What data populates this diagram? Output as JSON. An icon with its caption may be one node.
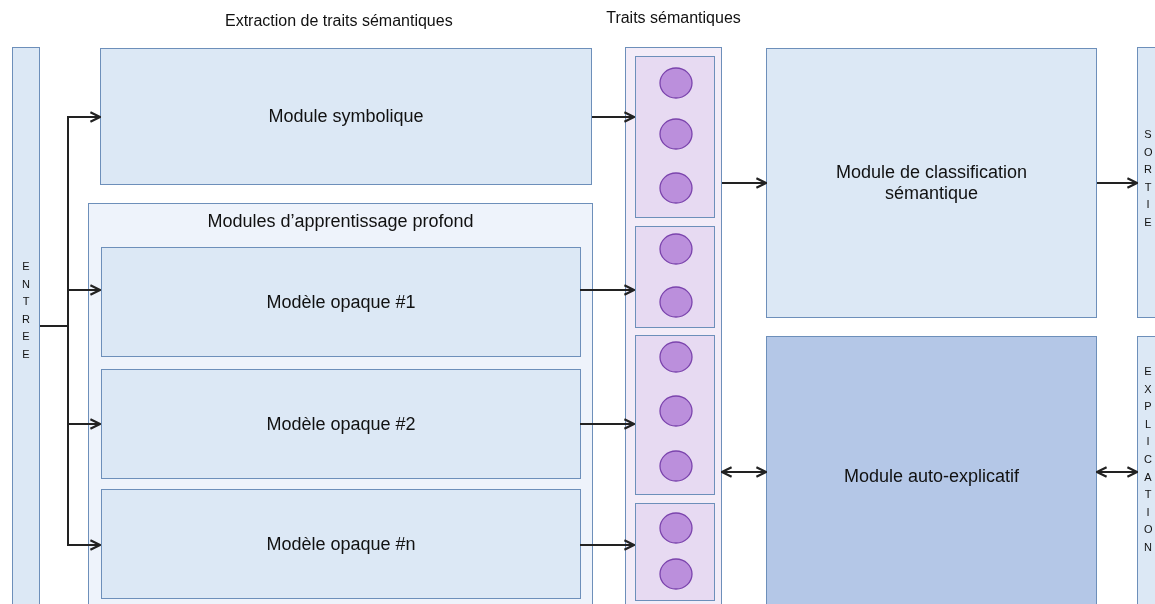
{
  "diagram": {
    "nodes": [
      {
        "text": [
          "ENTREE"
        ]
      },
      {
        "text": [
          "Module symbolique"
        ]
      },
      {
        "text": [
          "Modules d’apprentissage profond"
        ]
      },
      {
        "text": [
          "Modèle opaque  #1"
        ],
        "in": 2
      },
      {
        "text": [
          "Modèle opaque #2"
        ],
        "in": 2
      },
      {
        "text": [
          "Modèle opaque #n"
        ],
        "in": 2
      },
      {
        "text": [
          "Traits sémantiques"
        ]
      },
      {
        "text": [],
        "shape": "box",
        "in": 6
      },
      {
        "text": [],
        "shape": "box",
        "in": 6
      },
      {
        "text": [],
        "shape": "box",
        "in": 6
      },
      {
        "text": [],
        "shape": "box",
        "in": 6
      },
      {
        "text": [
          "Module de classification sémantique"
        ]
      },
      {
        "text": [
          "Module auto-explicatif"
        ]
      },
      {
        "text": [
          "SORTIE"
        ]
      },
      {
        "text": [
          "EXPLICATION"
        ]
      }
    ],
    "edges": [
      {
        "from": 0,
        "to": 1,
        "arrow": "to"
      },
      {
        "from": 0,
        "to": 3,
        "arrow": "to"
      },
      {
        "from": 0,
        "to": 4,
        "arrow": "to"
      },
      {
        "from": 0,
        "to": 5,
        "arrow": "to"
      },
      {
        "from": 1,
        "to": 7,
        "arrow": "to"
      },
      {
        "from": 3,
        "to": 8,
        "arrow": "to"
      },
      {
        "from": 4,
        "to": 9,
        "arrow": "to"
      },
      {
        "from": 5,
        "to": 10,
        "arrow": "to"
      },
      {
        "from": 6,
        "to": 11,
        "arrow": "to"
      },
      {
        "from": 6,
        "to": 12,
        "arrow": "both"
      },
      {
        "from": 11,
        "to": 13,
        "arrow": "to"
      },
      {
        "from": 12,
        "to": 14,
        "arrow": "both"
      }
    ],
    "labels": [
      "Extraction de traits sémantiques"
    ]
  }
}
